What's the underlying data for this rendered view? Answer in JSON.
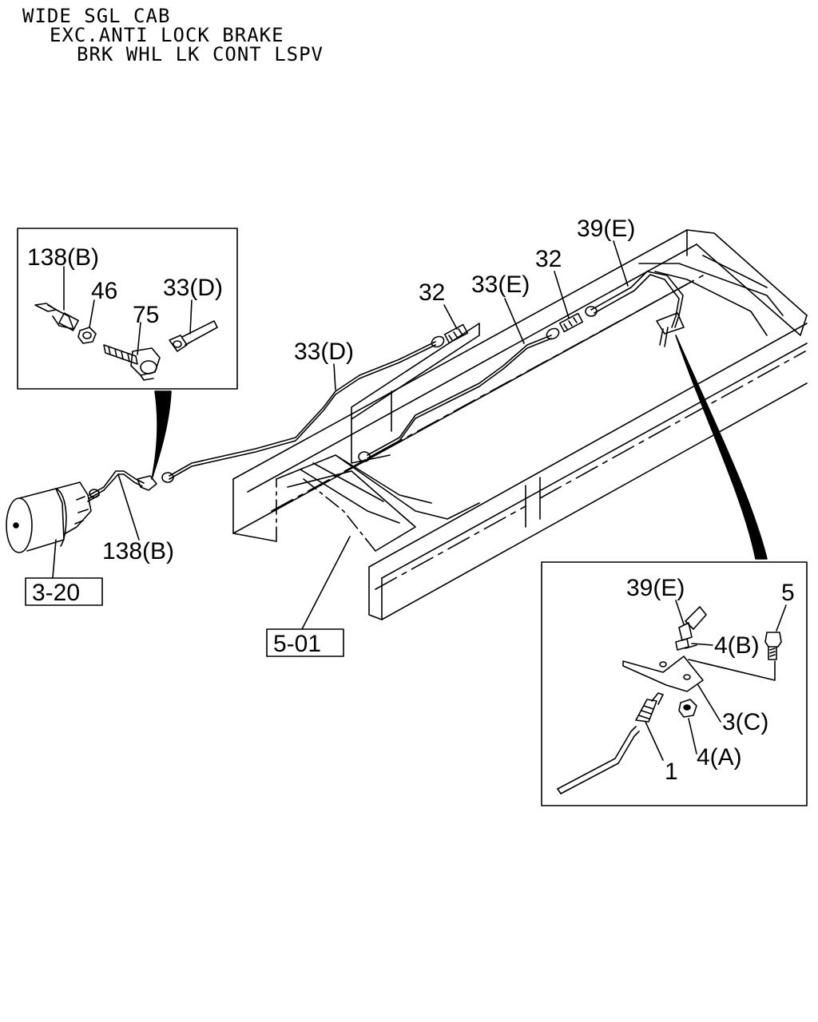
{
  "header": {
    "line1": "WIDE SGL CAB",
    "line2": "EXC.ANTI LOCK BRAKE",
    "line3": "BRK WHL LK CONT LSPV"
  },
  "callouts": {
    "p138b_inset": "138(B)",
    "p46": "46",
    "p75": "75",
    "p33d_inset": "33(D)",
    "p33d_main": "33(D)",
    "p32_left": "32",
    "p33e": "33(E)",
    "p32_right": "32",
    "p39e_main": "39(E)",
    "p138b_main": "138(B)",
    "p39e_inset": "39(E)",
    "p5": "5",
    "p4b": "4(B)",
    "p3c": "3(C)",
    "p4a": "4(A)",
    "p1": "1"
  },
  "refs": {
    "r320": "3-20",
    "r501": "5-01"
  }
}
